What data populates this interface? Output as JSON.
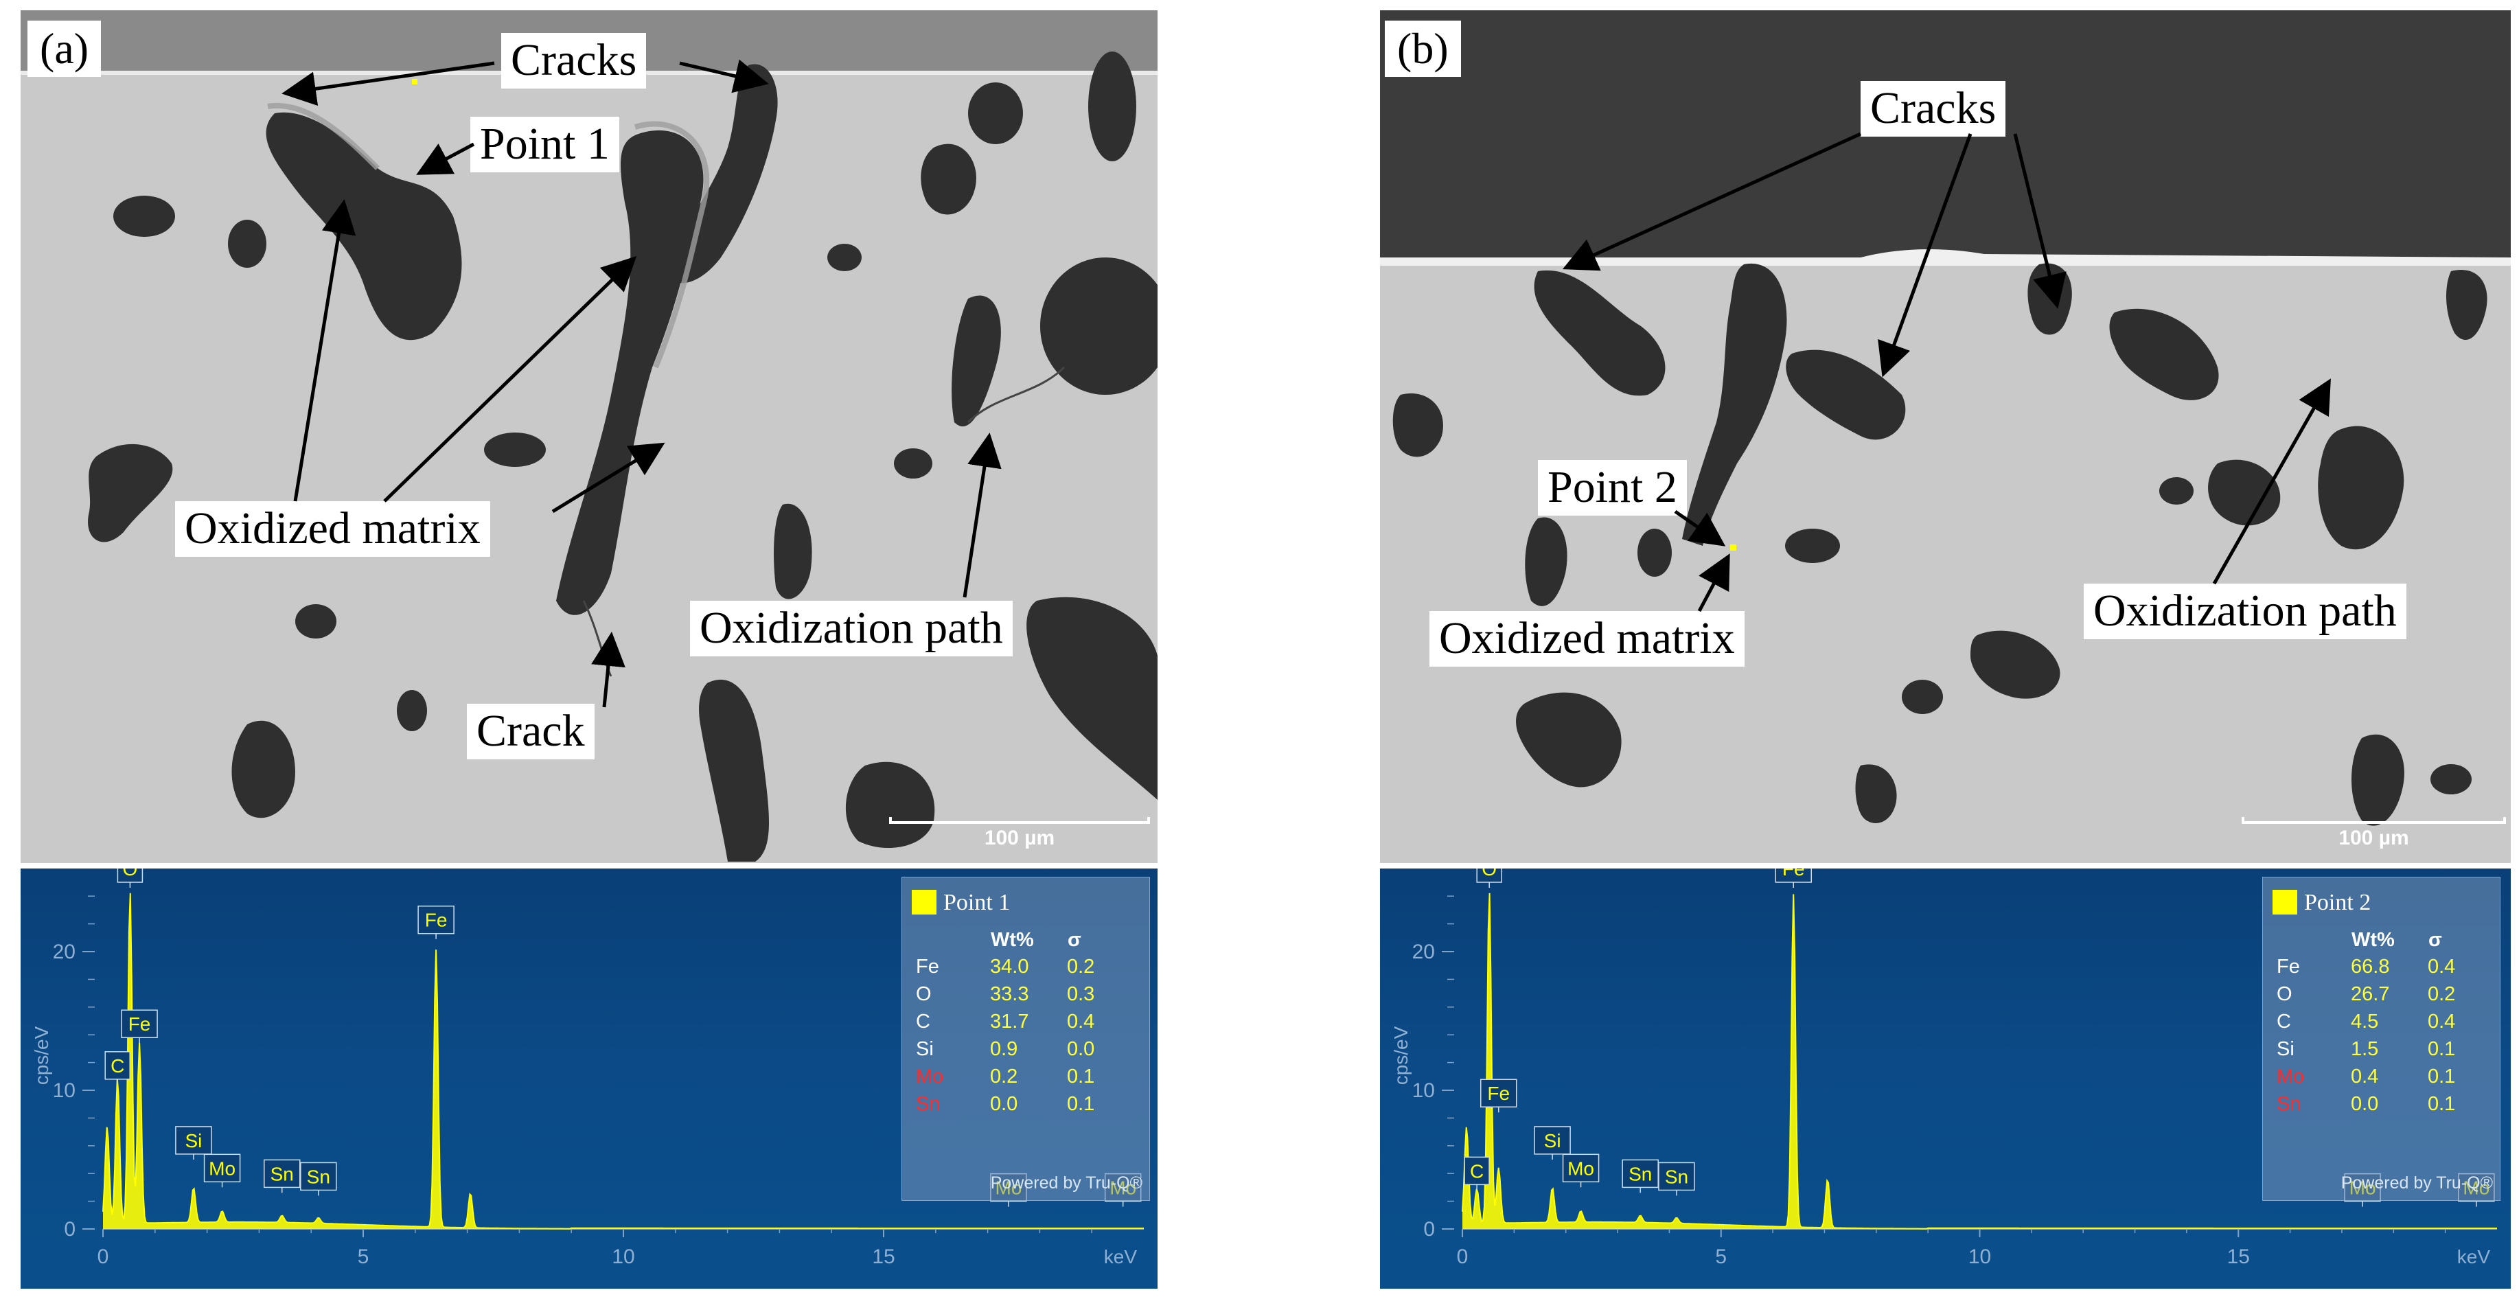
{
  "panel_a": {
    "letter": "(a)",
    "callouts": {
      "cracks": "Cracks",
      "point": "Point 1",
      "oxidized_matrix": "Oxidized matrix",
      "crack": "Crack",
      "oxidization_path": "Oxidization path"
    },
    "scale_bar": "100 µm",
    "eds": {
      "legend_title": "Point 1",
      "header_wt": "Wt%",
      "header_sigma": "σ",
      "rows": [
        {
          "el": "Fe",
          "wt": "34.0",
          "sigma": "0.2"
        },
        {
          "el": "O",
          "wt": "33.3",
          "sigma": "0.3"
        },
        {
          "el": "C",
          "wt": "31.7",
          "sigma": "0.4"
        },
        {
          "el": "Si",
          "wt": "0.9",
          "sigma": "0.0"
        },
        {
          "el": "Mo",
          "wt": "0.2",
          "sigma": "0.1"
        },
        {
          "el": "Sn",
          "wt": "0.0",
          "sigma": "0.1"
        }
      ],
      "powered_by": "Powered by Tru-Q®",
      "y_label": "cps/eV",
      "x_unit": "keV",
      "x_ticks": [
        "0",
        "5",
        "10",
        "15"
      ],
      "y_ticks": [
        "0",
        "10",
        "20"
      ],
      "peak_labels": [
        "O",
        "C",
        "Fe",
        "Si",
        "Mo",
        "Sn",
        "Sn",
        "Fe",
        "Mo",
        "Mo"
      ]
    }
  },
  "panel_b": {
    "letter": "(b)",
    "callouts": {
      "cracks": "Cracks",
      "point": "Point 2",
      "oxidized_matrix": "Oxidized matrix",
      "oxidization_path": "Oxidization path"
    },
    "scale_bar": "100 µm",
    "eds": {
      "legend_title": "Point 2",
      "header_wt": "Wt%",
      "header_sigma": "σ",
      "rows": [
        {
          "el": "Fe",
          "wt": "66.8",
          "sigma": "0.4"
        },
        {
          "el": "O",
          "wt": "26.7",
          "sigma": "0.2"
        },
        {
          "el": "C",
          "wt": "4.5",
          "sigma": "0.4"
        },
        {
          "el": "Si",
          "wt": "1.5",
          "sigma": "0.1"
        },
        {
          "el": "Mo",
          "wt": "0.4",
          "sigma": "0.1"
        },
        {
          "el": "Sn",
          "wt": "0.0",
          "sigma": "0.1"
        }
      ],
      "powered_by": "Powered by Tru-Q®",
      "y_label": "cps/eV",
      "x_unit": "keV",
      "x_ticks": [
        "0",
        "5",
        "10",
        "15"
      ],
      "y_ticks": [
        "0",
        "10",
        "20"
      ],
      "peak_labels": [
        "O",
        "Fe",
        "C",
        "Si",
        "Mo",
        "Sn",
        "Sn",
        "Fe",
        "Mo",
        "Mo"
      ]
    }
  },
  "colors": {
    "sem_matrix": "#c9c9c9",
    "sem_inclusion": "#2e2e2e",
    "sem_background_b": "#3c3c3c",
    "eds_background": "#0b4a86",
    "spectrum": "#ffff00",
    "legend_red": "#ff2a2a"
  },
  "chart_data": [
    {
      "type": "line",
      "title": "",
      "xlabel": "keV",
      "ylabel": "cps/eV",
      "xlim": [
        0,
        20
      ],
      "ylim": [
        0,
        25
      ],
      "series": [
        {
          "name": "Point 1",
          "x": [
            0.08,
            0.28,
            0.52,
            0.7,
            1.74,
            2.29,
            3.44,
            4.14,
            6.4,
            7.06
          ],
          "y": [
            7,
            10.5,
            24,
            13,
            2.5,
            0.8,
            0.5,
            0.4,
            20,
            2.5
          ]
        }
      ]
    },
    {
      "type": "line",
      "title": "",
      "xlabel": "keV",
      "ylabel": "cps/eV",
      "xlim": [
        0,
        20
      ],
      "ylim": [
        0,
        25
      ],
      "series": [
        {
          "name": "Point 2",
          "x": [
            0.08,
            0.28,
            0.52,
            0.7,
            1.74,
            2.29,
            3.44,
            4.14,
            6.4,
            7.06
          ],
          "y": [
            7,
            2.5,
            24,
            4,
            2.5,
            0.8,
            0.5,
            0.4,
            24,
            3.5
          ]
        }
      ]
    }
  ]
}
